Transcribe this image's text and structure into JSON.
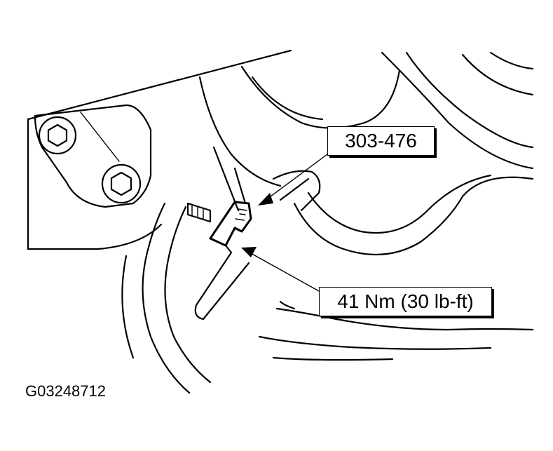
{
  "callouts": {
    "tool": "303-476",
    "torque": "41 Nm (30 lb-ft)"
  },
  "figure_id": "G03248712"
}
